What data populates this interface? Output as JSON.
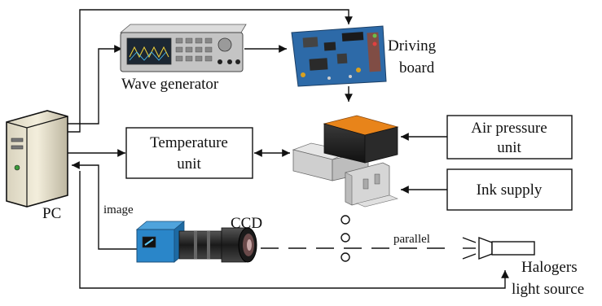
{
  "labels": {
    "wave_generator": "Wave generator",
    "driving_board_line1": "Driving",
    "driving_board_line2": "board",
    "temperature_unit_line1": "Temperature",
    "temperature_unit_line2": "unit",
    "air_pressure_line1": "Air pressure",
    "air_pressure_line2": "unit",
    "ink_supply": "Ink supply",
    "pc": "PC",
    "image": "image",
    "ccd": "CCD",
    "parallel": "parallel",
    "halogen_line1": "Halogers",
    "halogen_line2": "light source"
  },
  "colors": {
    "line": "#111111",
    "wave_generator_body": "#bfbfbf",
    "driving_board_pcb": "#2d6aa8",
    "printhead_top": "#f08a1a",
    "ccd_camera_body": "#2a86c9",
    "pc_case": "#efe9d4"
  }
}
